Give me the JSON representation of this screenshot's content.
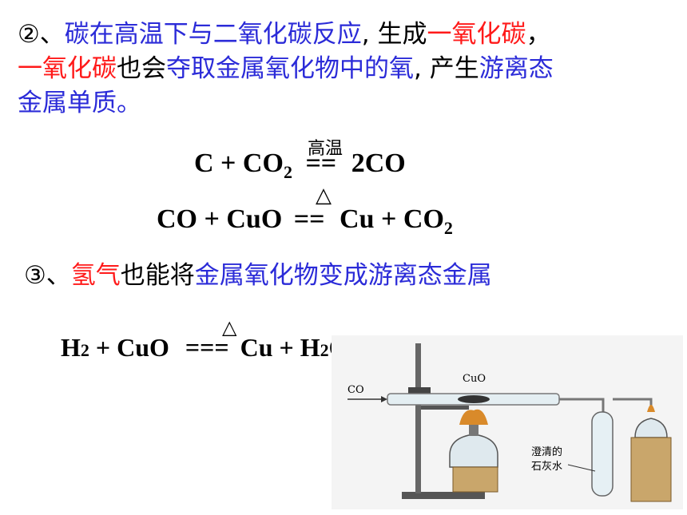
{
  "section2": {
    "marker": "②、",
    "p1": "碳在高温下与二氧化碳反应",
    "p2": ", 生成",
    "p3": "一氧化碳",
    "p4": "，",
    "p5": "一氧化碳",
    "p6": "也会",
    "p7": "夺取金属氧化物中的氧",
    "p8": ", 产生",
    "p9": "游离态",
    "p10": "金属单质。"
  },
  "eq1": {
    "left": "C + CO",
    "sub": "2",
    "condition": "高温",
    "sign": "==",
    "right": "2CO"
  },
  "eq2": {
    "left": "CO + CuO",
    "condition": "△",
    "sign": "==",
    "right": "Cu + CO",
    "sub": "2"
  },
  "section3": {
    "marker": "③、",
    "p1": "氢气",
    "p2": "也能将",
    "p3": "金属氧化物变成游离态金属"
  },
  "eq3": {
    "h": "H",
    "h_sub": "2",
    "left_rest": " + CuO",
    "condition": "△",
    "sign": "===",
    "right": "Cu + H",
    "r_sub": "2",
    "right_end": "O"
  },
  "apparatus": {
    "label_co": "CO",
    "label_cuo": "CuO",
    "label_limewater_1": "澄清的",
    "label_limewater_2": "石灰水"
  }
}
